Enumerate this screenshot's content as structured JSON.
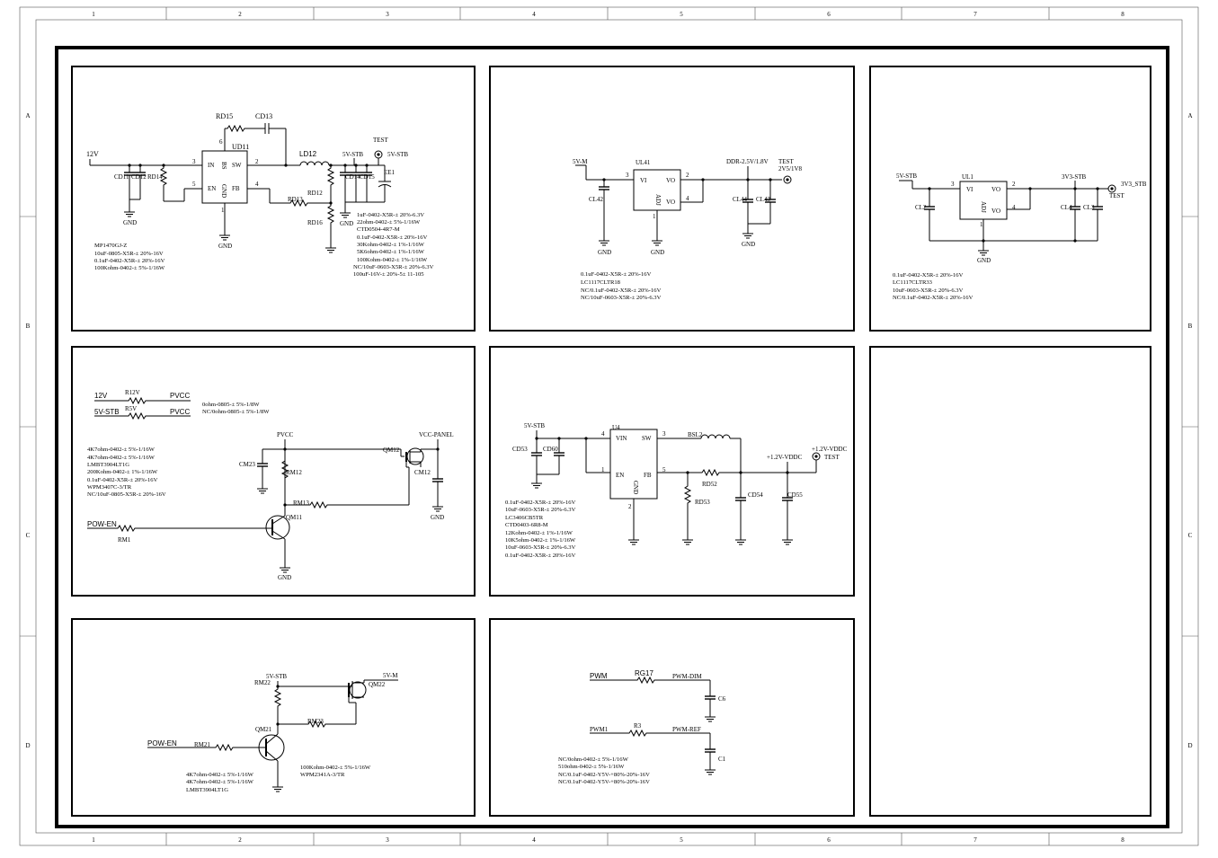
{
  "frame": {
    "columns": [
      "1",
      "2",
      "3",
      "4",
      "5",
      "6",
      "7",
      "8"
    ],
    "rows": [
      "A",
      "B",
      "C",
      "D"
    ]
  },
  "b1": {
    "labels": {
      "rd15": "RD15",
      "cd13": "CD13",
      "ud11": "UD11",
      "pin6": "6",
      "bs": "BS",
      "in": "IN",
      "sw": "SW",
      "en": "EN",
      "fb": "FB",
      "gnd_pin": "GND",
      "pin1": "1",
      "pin3": "3",
      "pin2": "2",
      "pin5": "5",
      "pin4": "4",
      "net12v": "12V",
      "cd11": "CD11",
      "cd12": "CD12",
      "rd14": "RD14",
      "gnd1": "GND",
      "gnd2": "GND",
      "gnd3": "GND",
      "ld12": "LD12",
      "net5vstb": "5V-STB",
      "test": "TEST",
      "net5vstb2": "5V-STB",
      "ee1": "EE1",
      "rd12": "RD12",
      "rd13": "RD13",
      "rd16": "RD16",
      "cd14": "CD14",
      "cd15": "CD15"
    },
    "notes_left": [
      "MP1470GJ-Z",
      "10uF-0805-X5R-± 20%-16V",
      "0.1uF-0402-X5R-± 20%-16V",
      "100Kohm-0402-± 5%-1/16W"
    ],
    "notes_right": [
      "1uF-0402-X5R-± 20%-6.3V",
      "22ohm-0402-± 5%-1/16W",
      "CTD0504-4R7-M",
      "0.1uF-0402-X5R-± 20%-16V",
      "30Kohm-0402-± 1%-1/16W",
      "5K6ohm-0402-± 1%-1/16W",
      "100Kohm-0402-± 1%-1/16W",
      "NC/10uF-0603-X5R-± 20%-6.3V",
      "100uF-16V-± 20%-5± 11-105"
    ]
  },
  "b2": {
    "labels": {
      "net5vm": "5V-M",
      "ul41": "UL41",
      "vi": "VI",
      "vo1": "VO",
      "vo2": "VO",
      "adj": "ADJ",
      "pin3": "3",
      "pin2": "2",
      "pin4": "4",
      "pin1": "1",
      "netddr": "DDR-2.5V/1.8V",
      "test": "TEST",
      "test2": "2V5/1V8",
      "cl42": "CL42",
      "cl44": "CL44",
      "cl43": "CL43",
      "gnd1": "GND",
      "gnd2": "GND",
      "gnd3": "GND"
    },
    "notes": [
      "0.1uF-0402-X5R-± 20%-16V",
      "LC1117CLTR18",
      "NC/0.1uF-0402-X5R-± 20%-16V",
      "NC/10uF-0603-X5R-± 20%-6.3V"
    ]
  },
  "b3": {
    "labels": {
      "net5vstb": "5V-STB",
      "ul1": "UL1",
      "vi": "VI",
      "vo1": "VO",
      "vo2": "VO",
      "adj": "ADJ",
      "pin3": "3",
      "pin2": "2",
      "pin4": "4",
      "pin1": "1",
      "net3v3": "3V3-STB",
      "test": "TEST",
      "test2": "3V3_STB",
      "cl2": "CL2",
      "cl4": "CL4",
      "cl3": "CL3",
      "gnd": "GND"
    },
    "notes": [
      "0.1uF-0402-X5R-± 20%-16V",
      "LC1117CLTR33",
      "10uF-0603-X5R-± 20%-6.3V",
      "NC/0.1uF-0402-X5R-± 20%-16V"
    ]
  },
  "b4": {
    "labels": {
      "net12v": "12V",
      "r12v": "R12V",
      "pvcc1": "PVCC",
      "net5vstb": "5V-STB",
      "r5v": "R5V",
      "pvcc2": "PVCC",
      "pvcc3": "PVCC",
      "vccpanel": "VCC-PANEL",
      "qm12": "QM12",
      "cm23": "CM23",
      "rm12": "RM12",
      "rm13": "RM13",
      "cm12": "CM12",
      "qm11": "QM11",
      "powen": "POW-EN",
      "rm1": "RM1",
      "gnd1": "GND",
      "gnd2": "GND"
    },
    "notes_top": [
      "0ohm-0805-± 5%-1/8W",
      "NC/0ohm-0805-± 5%-1/8W"
    ],
    "notes": [
      "4K7ohm-0402-± 5%-1/16W",
      "4K7ohm-0402-± 5%-1/16W",
      "LMBT3904LT1G",
      "200Kohm-0402-± 1%-1/16W",
      "0.1uF-0402-X5R-± 20%-16V",
      "WPM3407C-3/TR",
      "NC/10uF-0805-X5R-± 20%-16V"
    ]
  },
  "b5": {
    "labels": {
      "net5vstb": "5V-STB",
      "u": "U4",
      "vin": "VIN",
      "sw": "SW",
      "en": "EN",
      "fb": "FB",
      "gnd": "GND",
      "pin4": "4",
      "pin3": "3",
      "pin1": "1",
      "pin5": "5",
      "pin2": "2",
      "cd53": "CD53",
      "cd60": "CD60",
      "bsl2": "BSL2",
      "rd52": "RD52",
      "rd53": "RD53",
      "cd54": "CD54",
      "cd55": "CD55",
      "net12vddc": "+1.2V-VDDC",
      "net12vddc2": "+1.2V-VDDC",
      "test": "TEST"
    },
    "notes": [
      "0.1uF-0402-X5R-± 20%-16V",
      "10uF-0603-X5R-± 20%-6.3V",
      "LC3406CB5TR",
      "CTD0403-6R8-M",
      "12Kohm-0402-± 1%-1/16W",
      "10K5ohm-0402-± 1%-1/16W",
      "10uF-0603-X5R-± 20%-6.3V",
      "0.1uF-0402-X5R-± 20%-16V"
    ]
  },
  "b7": {
    "labels": {
      "net5vstb": "5V-STB",
      "net5vm": "5V-M",
      "qm22": "QM22",
      "rm22": "RM22",
      "rm23": "RM23",
      "qm21": "QM21",
      "powen": "POW-EN",
      "rm21": "RM21"
    },
    "notes_left": [
      "4K7ohm-0402-± 5%-1/16W",
      "4K7ohm-0402-± 5%-1/16W",
      "LMBT3904LT1G"
    ],
    "notes_right": [
      "100Kohm-0402-± 5%-1/16W",
      "WPM2341A-3/TR"
    ]
  },
  "b8": {
    "labels": {
      "pwm": "PWM",
      "rg17": "RG17",
      "pwmdim": "PWM-DIM",
      "c6": "C6",
      "pwm1": "PWM1",
      "r3": "R3",
      "pwmref": "PWM-REF",
      "c1": "C1"
    },
    "notes": [
      "NC/0ohm-0402-± 5%-1/16W",
      "510ohm-0402-± 5%-1/16W",
      "NC/0.1uF-0402-Y5V-+80%-20%-16V",
      "NC/0.1uF-0402-Y5V-+80%-20%-16V"
    ]
  }
}
